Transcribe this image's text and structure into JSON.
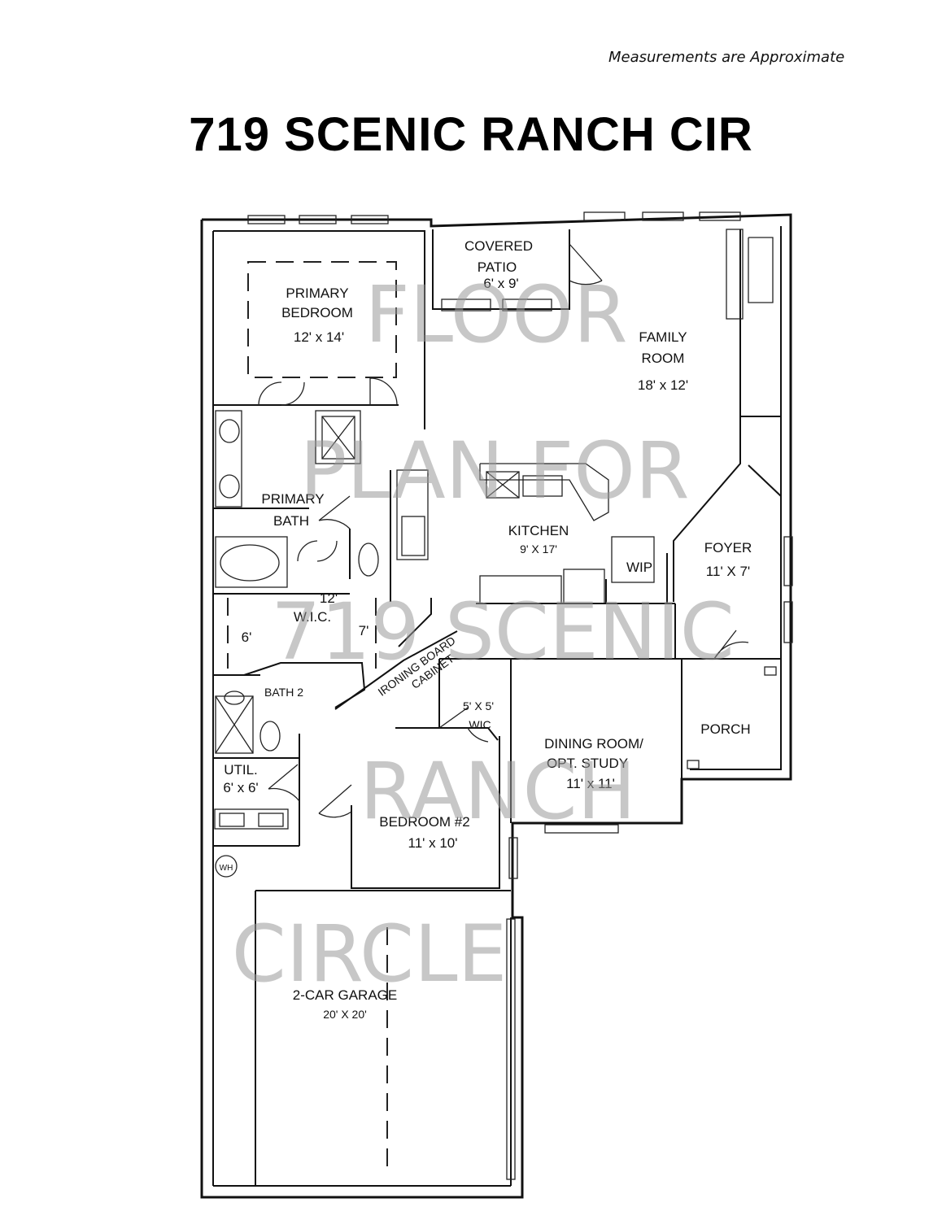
{
  "header": {
    "note": "Measurements are Approximate",
    "title": "719 SCENIC RANCH CIR"
  },
  "watermark": {
    "line1": "FLOOR",
    "line2": "PLAN FOR",
    "line3": "719 SCENIC",
    "line4": "RANCH",
    "line5": "CIRCLE"
  },
  "rooms": {
    "covered_patio": {
      "name1": "COVERED",
      "name2": "PATIO",
      "size": "6' x 9'"
    },
    "primary_bedroom": {
      "name1": "PRIMARY",
      "name2": "BEDROOM",
      "size": "12' x 14'"
    },
    "family_room": {
      "name1": "FAMILY",
      "name2": "ROOM",
      "size": "18' x 12'"
    },
    "primary_bath": {
      "name1": "PRIMARY",
      "name2": "BATH"
    },
    "kitchen": {
      "name": "KITCHEN",
      "size": "9' X 17'"
    },
    "wip": {
      "name": "WIP"
    },
    "foyer": {
      "name": "FOYER",
      "size": "11' X 7'"
    },
    "wic_primary": {
      "dim_top": "12'",
      "name": "W.I.C.",
      "dim_left": "6'",
      "dim_right": "7'"
    },
    "ironing": {
      "line1": "IRONING BOARD",
      "line2": "CABINET"
    },
    "bath2": {
      "name": "BATH 2"
    },
    "wic_small": {
      "size": "5' X 5'",
      "name": "WIC"
    },
    "dining": {
      "name1": "DINING ROOM/",
      "name2": "OPT. STUDY",
      "size": "11' x 11'"
    },
    "porch": {
      "name": "PORCH"
    },
    "util": {
      "name": "UTIL.",
      "size": "6' x 6'"
    },
    "bedroom2": {
      "name": "BEDROOM #2",
      "size": "11' x 10'"
    },
    "water_heater": {
      "name": "WH"
    },
    "garage": {
      "name": "2-CAR GARAGE",
      "size": "20' X 20'"
    }
  }
}
